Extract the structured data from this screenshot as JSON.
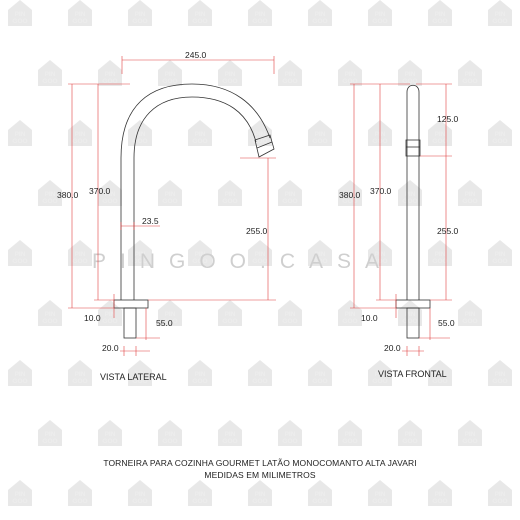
{
  "watermark": {
    "text": "PINGOO.CASA",
    "logo_lines": [
      "PIN",
      "GOO"
    ]
  },
  "side_view": {
    "label": "VISTA LATERAL",
    "dims": {
      "reach": "245.0",
      "total_height": "380.0",
      "spout_height": "370.0",
      "tube_diameter": "23.5",
      "outlet_height": "255.0",
      "base_thickness": "10.0",
      "thread_length": "55.0",
      "thread_diameter": "20.0"
    }
  },
  "front_view": {
    "label": "VISTA FRONTAL",
    "dims": {
      "total_height": "380.0",
      "spout_height": "370.0",
      "top_to_outlet": "125.0",
      "outlet_height": "255.0",
      "base_thickness": "10.0",
      "thread_length": "55.0",
      "thread_diameter": "20.0"
    }
  },
  "caption": {
    "line1": "TORNEIRA PARA COZINHA GOURMET LATÃO MONOCOMANTO ALTA JAVARI",
    "line2": "MEDIDAS EM MILIMETROS"
  },
  "colors": {
    "dimension_line": "#e04040",
    "outline": "#333333",
    "watermark": "#e8e8e8"
  }
}
